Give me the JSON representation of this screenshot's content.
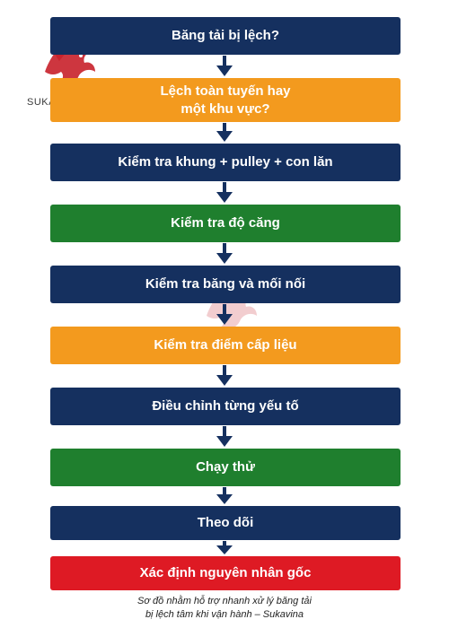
{
  "steps": [
    {
      "label": "Băng tải bị lệch?",
      "color": "#15305f"
    },
    {
      "label": "Lệch toàn tuyến hay\nmột khu vực?",
      "color": "#f39a1e"
    },
    {
      "label": "Kiểm tra khung + pulley + con lăn",
      "color": "#15305f"
    },
    {
      "label": "Kiểm tra độ căng",
      "color": "#1f7f2e"
    },
    {
      "label": "Kiểm tra băng và mối nối",
      "color": "#15305f"
    },
    {
      "label": "Kiểm tra điểm cấp liệu",
      "color": "#f39a1e"
    },
    {
      "label": "Điều chỉnh từng yếu tố",
      "color": "#15305f"
    },
    {
      "label": "Chạy thử",
      "color": "#1f7f2e"
    },
    {
      "label": "Theo dõi",
      "color": "#15305f"
    },
    {
      "label": "Xác định nguyên nhân gốc",
      "color": "#de1a24"
    }
  ],
  "caption": {
    "line1": "Sơ đồ nhằm hỗ trợ nhanh xử lý băng tải",
    "line2": "bị lệch tâm khi vận hành – Sukavina"
  },
  "logo": {
    "text": "SUKAVINA",
    "color": "#c8202a"
  }
}
